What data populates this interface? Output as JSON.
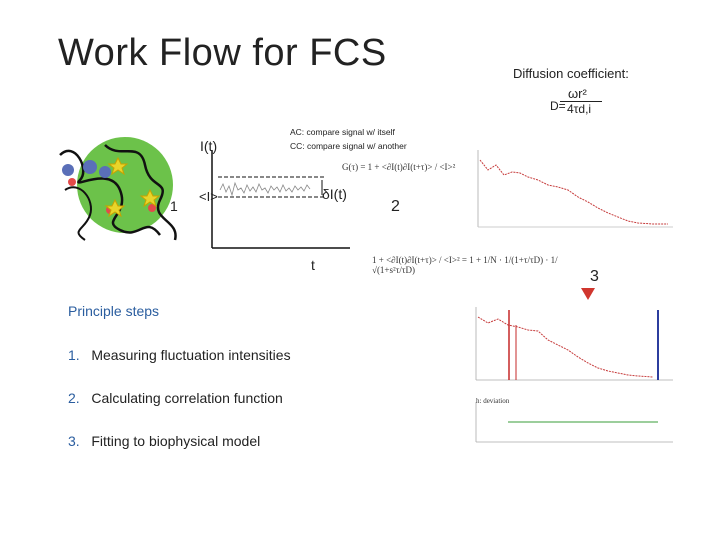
{
  "title": "Work Flow for FCS",
  "diffusion": {
    "label": "Diffusion coefficient:",
    "lhs": "D=",
    "numerator": "ωr²",
    "denominator": "4τd,i"
  },
  "notes": {
    "ac": "AC: compare signal w/ itself",
    "cc": "CC: compare signal w/ another"
  },
  "signal_plot": {
    "y_label": "I(t)",
    "mean_label": "<I>",
    "fluct_label": "δI(t)",
    "x_label": "t"
  },
  "step_markers": {
    "one": "1",
    "two": "2",
    "three": "3"
  },
  "equations": {
    "g_tau": "G(τ) = 1 + <∂I(t)∂I(t+τ)> / <I>²",
    "fit": "1 + <∂I(t)∂I(t+τ)> / <I>² = 1 + 1/N · 1/(1+τ/τD) · 1/√(1+s²τ/τD)"
  },
  "fit_plot": {
    "residual_label": "h: deviation"
  },
  "principles": {
    "heading": "Principle steps",
    "steps": [
      {
        "num": "1.",
        "text": "Measuring fluctuation intensities"
      },
      {
        "num": "2.",
        "text": "Calculating correlation function"
      },
      {
        "num": "3.",
        "text": "Fitting to biophysical model"
      }
    ]
  },
  "colors": {
    "green_volume": "#6cc24a",
    "arrow_blue": "#1f4e9e",
    "arrow_red": "#d0362e",
    "title": "#222222",
    "steps_blue": "#2a5d9f"
  }
}
